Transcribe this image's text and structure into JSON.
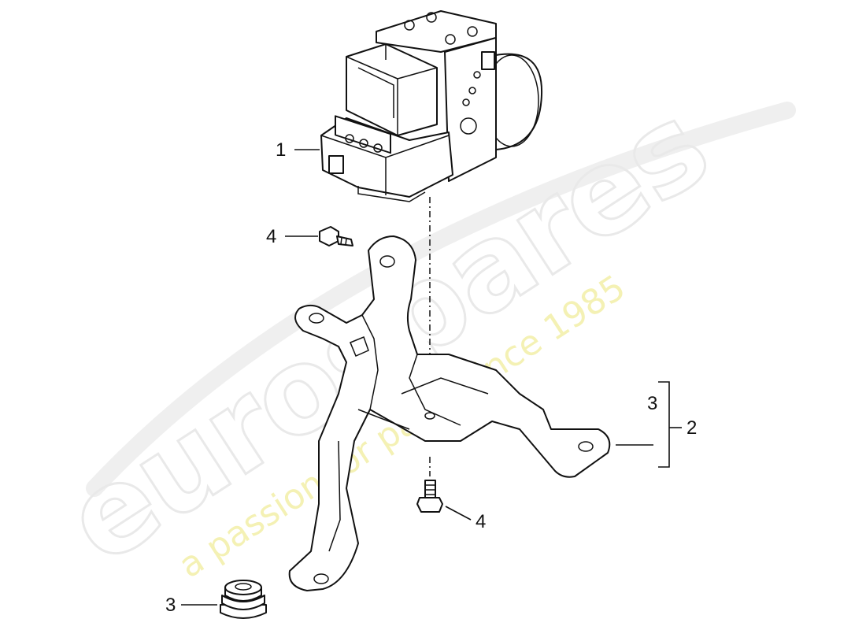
{
  "watermark": {
    "brand": "eurospares",
    "tagline": "a passion for parts since 1985"
  },
  "callouts": {
    "abs_unit": "1",
    "bracket_assembly": "2",
    "bracket_sub": "3",
    "rubber_mount": "3",
    "bolt_upper": "4",
    "bolt_lower": "4"
  },
  "colors": {
    "line": "#111111",
    "watermark_outline": "#e9e9e9",
    "watermark_tagline": "#f4f1b4"
  }
}
